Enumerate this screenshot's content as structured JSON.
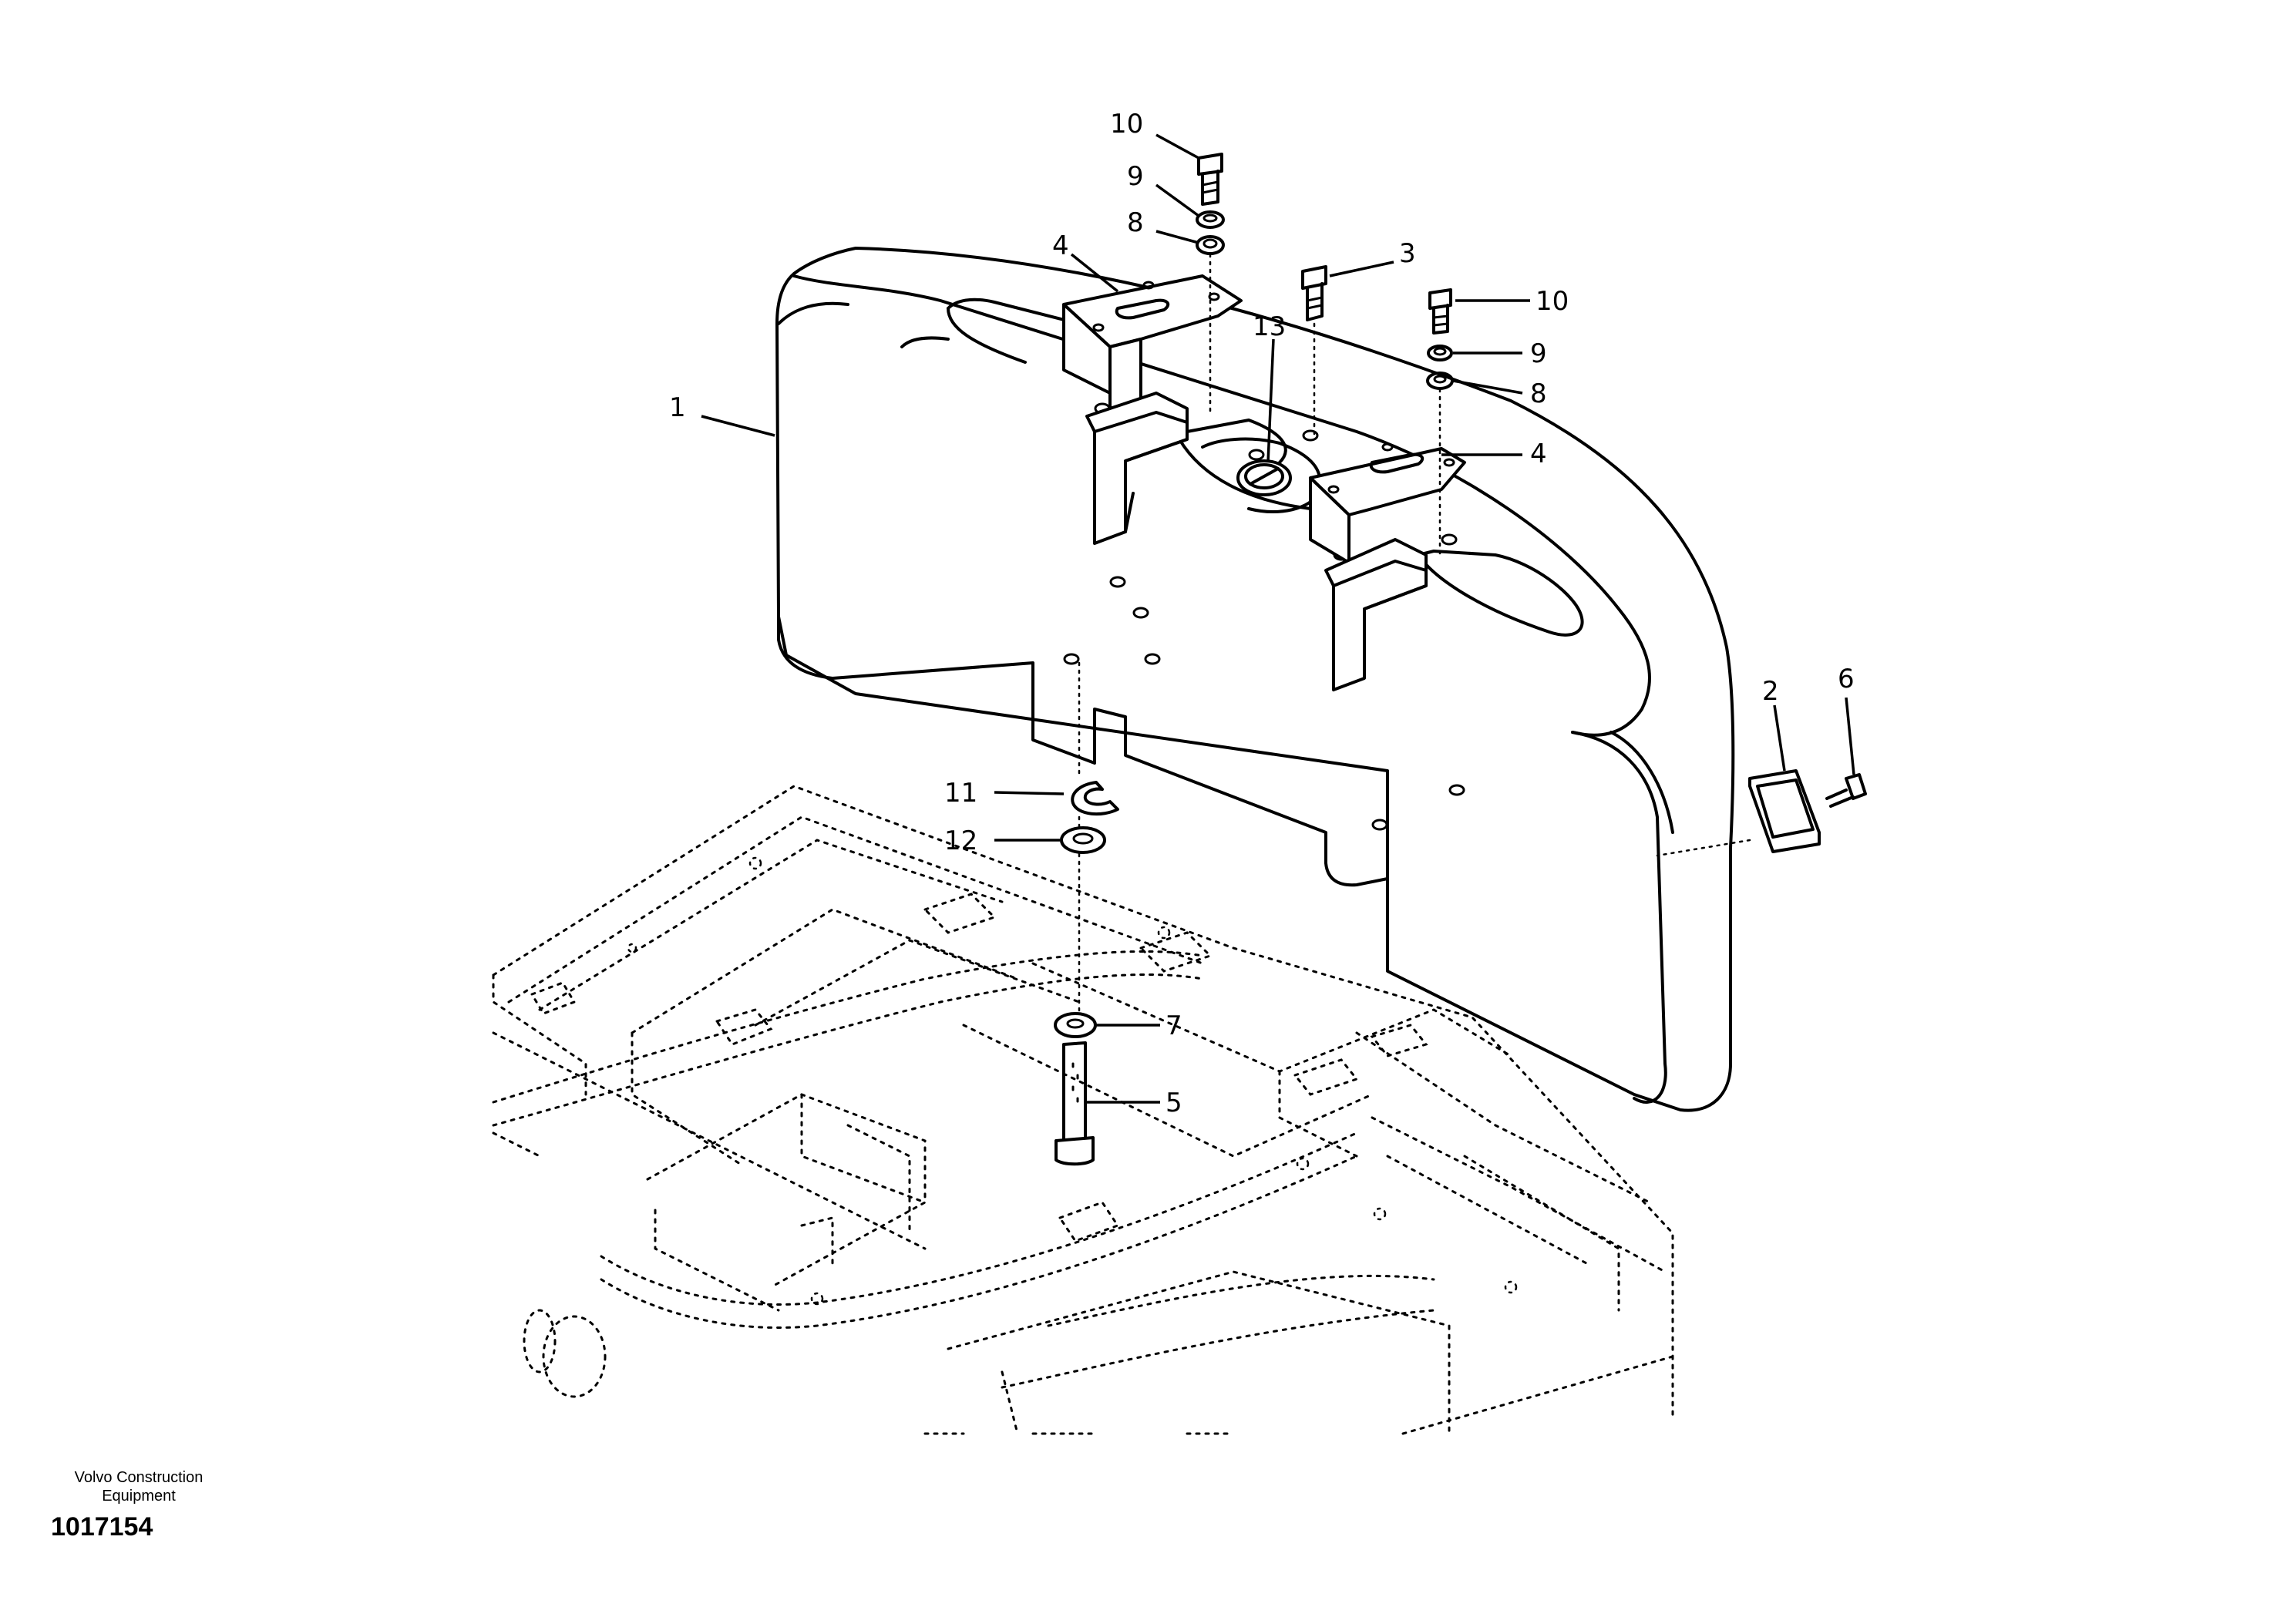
{
  "callouts": [
    {
      "id": "c1",
      "text": "1"
    },
    {
      "id": "c2",
      "text": "2"
    },
    {
      "id": "c3",
      "text": "3"
    },
    {
      "id": "c4a",
      "text": "4"
    },
    {
      "id": "c4b",
      "text": "4"
    },
    {
      "id": "c5",
      "text": "5"
    },
    {
      "id": "c6",
      "text": "6"
    },
    {
      "id": "c7",
      "text": "7"
    },
    {
      "id": "c8a",
      "text": "8"
    },
    {
      "id": "c8b",
      "text": "8"
    },
    {
      "id": "c9a",
      "text": "9"
    },
    {
      "id": "c9b",
      "text": "9"
    },
    {
      "id": "c10a",
      "text": "10"
    },
    {
      "id": "c10b",
      "text": "10"
    },
    {
      "id": "c11",
      "text": "11"
    },
    {
      "id": "c12",
      "text": "12"
    },
    {
      "id": "c13",
      "text": "13"
    }
  ],
  "footer": {
    "manufacturer": "Volvo Construction\nEquipment",
    "doc_number": "1017154"
  }
}
